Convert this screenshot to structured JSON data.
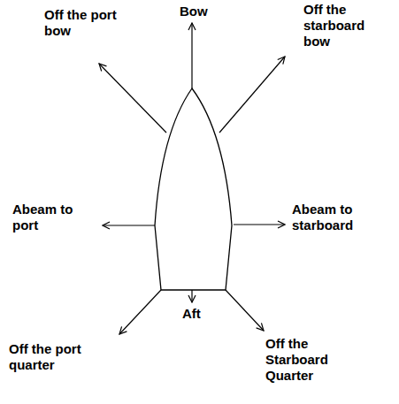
{
  "diagram": {
    "labels": [
      "Bow",
      "Off the port bow",
      "Off the starboard bow",
      "Abeam to port",
      "Abeam to starboard",
      "Aft",
      "Off the port quarter",
      "Off the Starboard Quarter"
    ]
  }
}
